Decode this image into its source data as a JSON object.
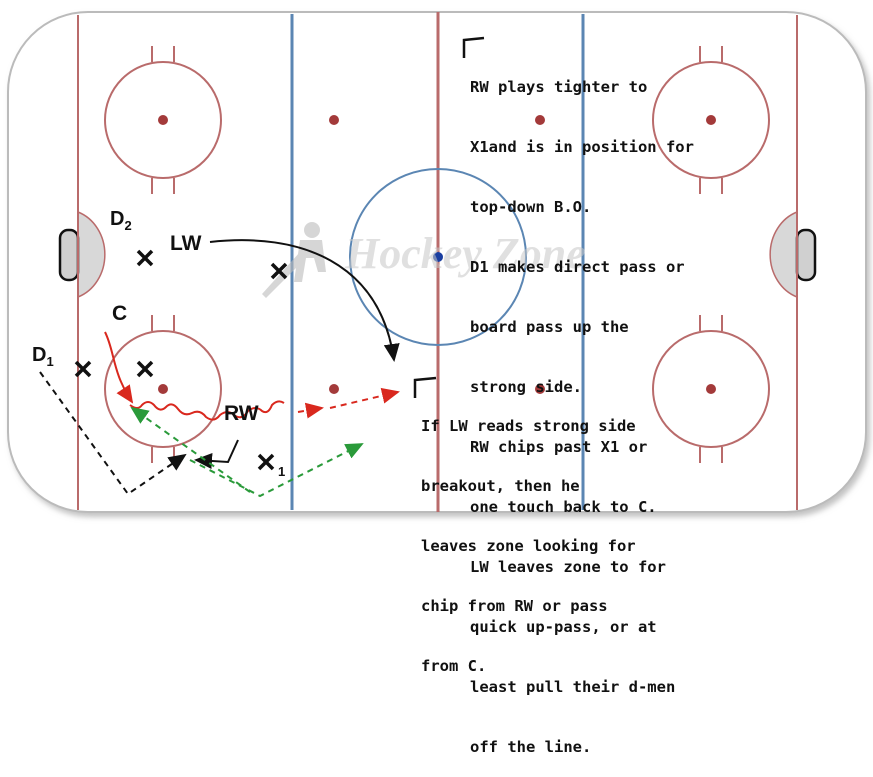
{
  "diagram": {
    "notes_top": [
      "RW plays tighter to",
      "X1and is in position for",
      "top-down B.O.",
      "D1 makes direct pass or",
      "board pass up the",
      "strong side.",
      "RW chips past X1 or",
      "one touch back to C.",
      "LW leaves zone to for",
      "quick up-pass, or at",
      "least pull their d-men",
      "off the line."
    ],
    "notes_bottom": [
      "If LW reads strong side",
      "breakout, then he",
      "leaves zone looking for",
      "chip from RW or pass",
      "from C."
    ],
    "players": {
      "d2": "D",
      "d2_sub": "2",
      "d1": "D",
      "d1_sub": "1",
      "lw": "LW",
      "c": "C",
      "rw": "RW",
      "x1_sub": "1"
    },
    "watermark": "Hockey Zone"
  },
  "colors": {
    "red_line": "#b96b6b",
    "blue_line": "#5b86b3",
    "dot": "#a33a3a",
    "pass_green": "#2a9a3a",
    "skate_red": "#d9281e",
    "pass_black": "#111111"
  }
}
